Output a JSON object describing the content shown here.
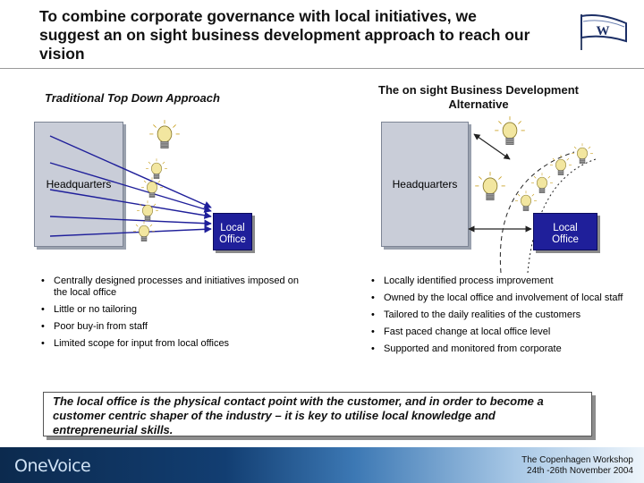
{
  "header": {
    "title": "To combine corporate governance with local initiatives, we suggest an on sight business development approach to reach our vision",
    "logo_letter": "W",
    "logo_icon": "pennant-flag-icon"
  },
  "left_panel": {
    "subtitle": "Traditional Top Down Approach",
    "headquarters_label": "Headquarters",
    "office_label_line1": "Local",
    "office_label_line2": "Office",
    "bullets": [
      "Centrally designed processes and initiatives imposed on the local office",
      "Little or no tailoring",
      "Poor buy-in from staff",
      "Limited scope for input from local offices"
    ]
  },
  "right_panel": {
    "subtitle_line1": "The on sight Business Development",
    "subtitle_line2": "Alternative",
    "headquarters_label": "Headquarters",
    "office_label_line1": "Local",
    "office_label_line2": "Office",
    "bullets": [
      "Locally identified process improvement",
      "Owned by the local office and involvement of local staff",
      "Tailored to the daily realities of the customers",
      "Fast paced change at local office level",
      "Supported and monitored from corporate"
    ]
  },
  "callout": {
    "text": "The local office is the physical contact point with the customer, and in order to become a customer centric shaper of the industry – it is key to utilise local knowledge and entrepreneurial skills."
  },
  "footer": {
    "brand": "OneVoice",
    "event_line1": "The Copenhagen Workshop",
    "event_line2": "24th -26th November 2004"
  },
  "icons": {
    "idea": "lightbulb-icon"
  },
  "colors": {
    "office_box": "#1f1f9a",
    "headquarters_box": "#c9cdd8",
    "arrow": "#1f1f9a",
    "bulb": "#f2e6a0"
  }
}
